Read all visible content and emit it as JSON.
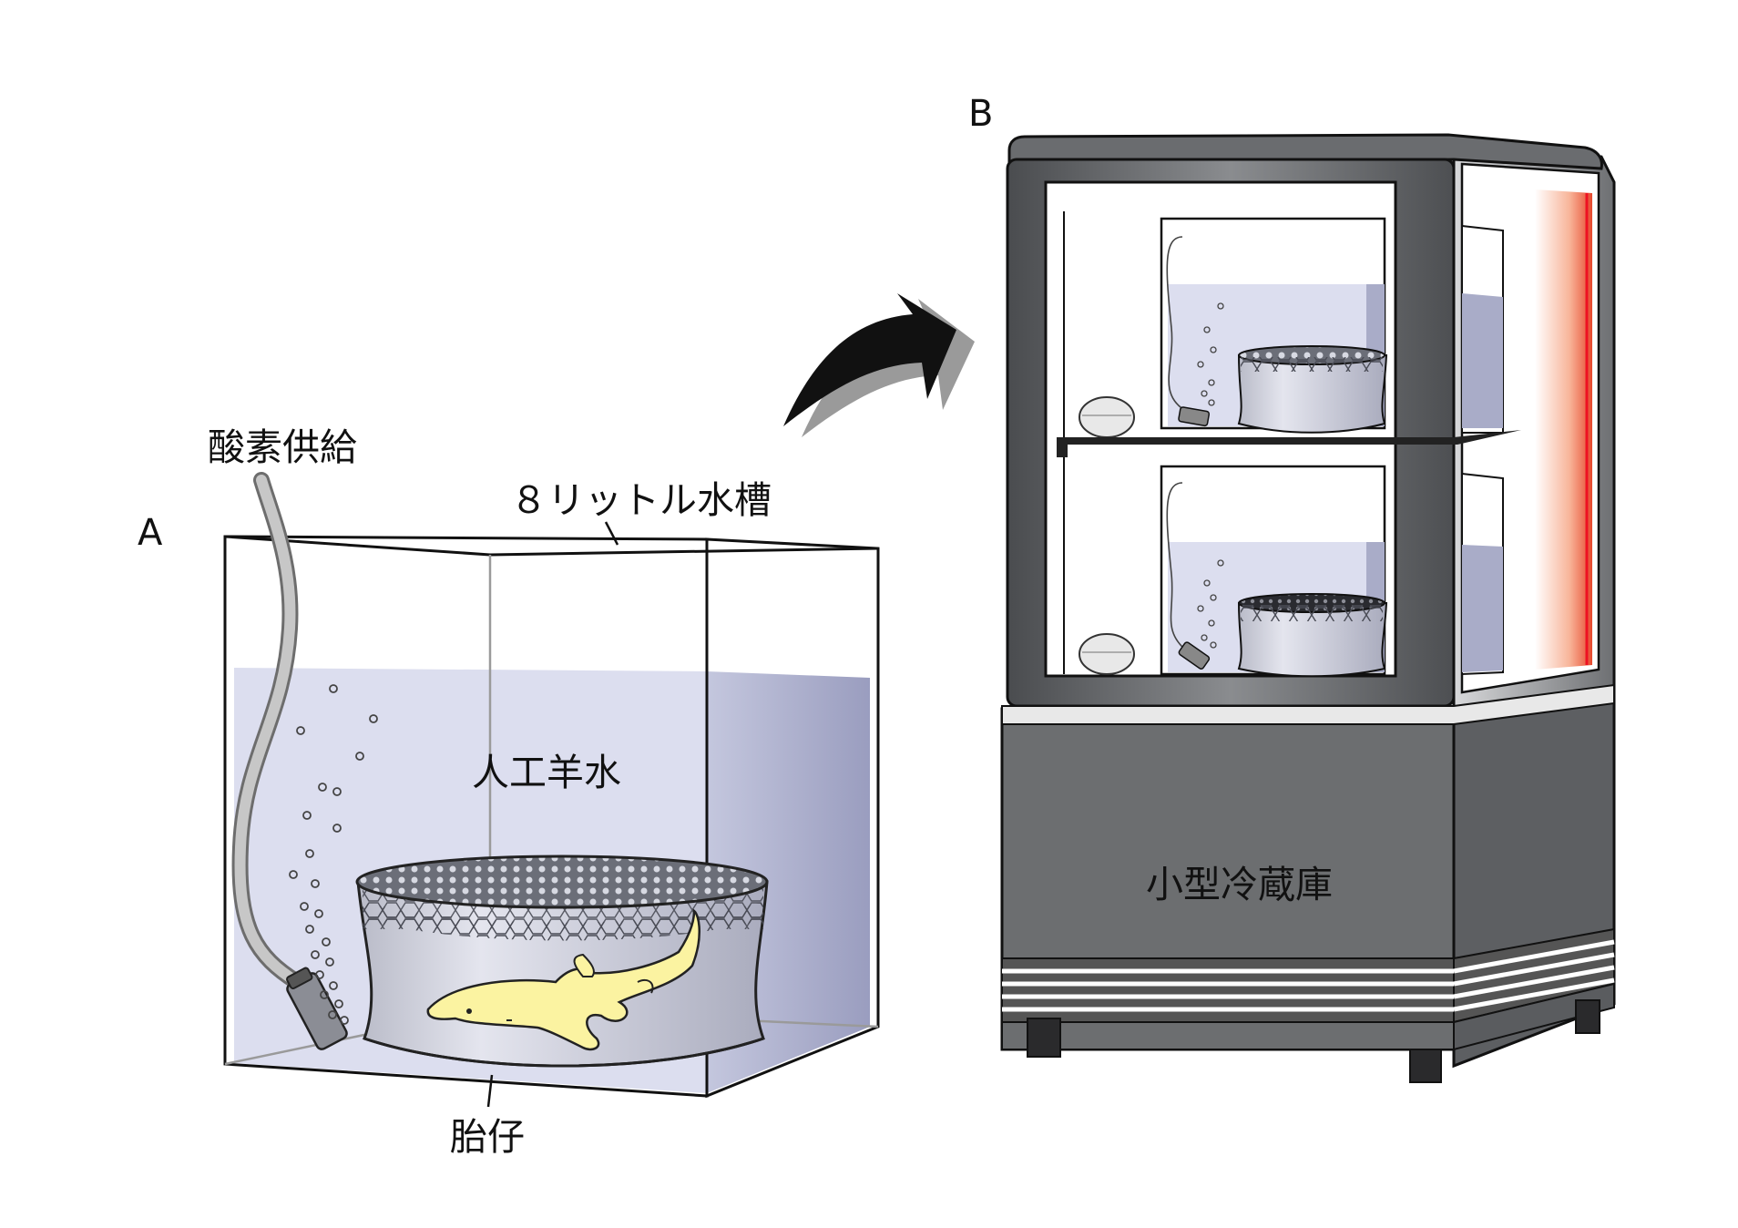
{
  "panel_a": {
    "letter": "A",
    "oxygen_label": "酸素供給",
    "tank_label": "８リットル水槽",
    "water_label": "人工羊水",
    "embryo_label": "胎仔"
  },
  "panel_b": {
    "letter": "B",
    "fridge_label": "小型冷蔵庫"
  },
  "colors": {
    "water": "#d9dced",
    "water_side": "#9fa3c4",
    "embryo": "#fbf3a1",
    "fridge_body": "#6c6e70",
    "heater": "#e9573f",
    "arrow": "#111111"
  }
}
